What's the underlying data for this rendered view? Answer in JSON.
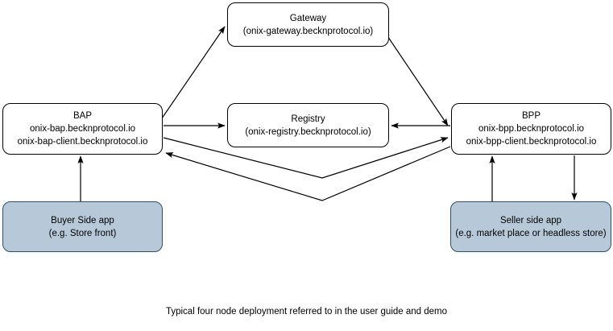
{
  "diagram": {
    "caption": "Typical four node deployment referred to in the user guide and demo",
    "colors": {
      "node_fill_plain": "#ffffff",
      "node_fill_app": "#b7c9d8",
      "node_stroke_plain": "#000000",
      "node_stroke_app": "#2d4f68",
      "connector_stroke": "#000000",
      "background": "#ffffff"
    },
    "nodes": {
      "gateway": {
        "title": "Gateway",
        "subtitle": "(onix-gateway.becknprotocol.io)"
      },
      "bap": {
        "title": "BAP",
        "line2": "onix-bap.becknprotocol.io",
        "line3": "onix-bap-client.becknprotocol.io"
      },
      "registry": {
        "title": "Registry",
        "subtitle": "(onix-registry.becknprotocol.io)"
      },
      "bpp": {
        "title": "BPP",
        "line2": "onix-bpp.becknprotocol.io",
        "line3": "onix-bpp-client.becknprotocol.io"
      },
      "buyer_app": {
        "title": "Buyer Side app",
        "subtitle": "(e.g. Store front)"
      },
      "seller_app": {
        "title": "Seller side app",
        "subtitle": "(e.g. market place or headless store)"
      }
    },
    "connectors": [
      {
        "name": "bap-to-gateway",
        "from": "bap",
        "to": "gateway",
        "direction": "one-way"
      },
      {
        "name": "gateway-to-bpp",
        "from": "gateway",
        "to": "bpp",
        "direction": "one-way"
      },
      {
        "name": "bap-to-registry",
        "from": "bap",
        "to": "registry",
        "direction": "one-way"
      },
      {
        "name": "bpp-to-registry",
        "from": "bpp",
        "to": "registry",
        "direction": "one-way"
      },
      {
        "name": "bap-to-bpp",
        "from": "bap",
        "to": "bpp",
        "direction": "one-way"
      },
      {
        "name": "bpp-to-bap",
        "from": "bpp",
        "to": "bap",
        "direction": "one-way"
      },
      {
        "name": "buyer-app-to-bap",
        "from": "buyer_app",
        "to": "bap",
        "direction": "one-way"
      },
      {
        "name": "seller-app-to-bpp",
        "from": "seller_app",
        "to": "bpp",
        "direction": "one-way"
      },
      {
        "name": "bpp-to-seller-app",
        "from": "bpp",
        "to": "seller_app",
        "direction": "one-way"
      }
    ]
  }
}
